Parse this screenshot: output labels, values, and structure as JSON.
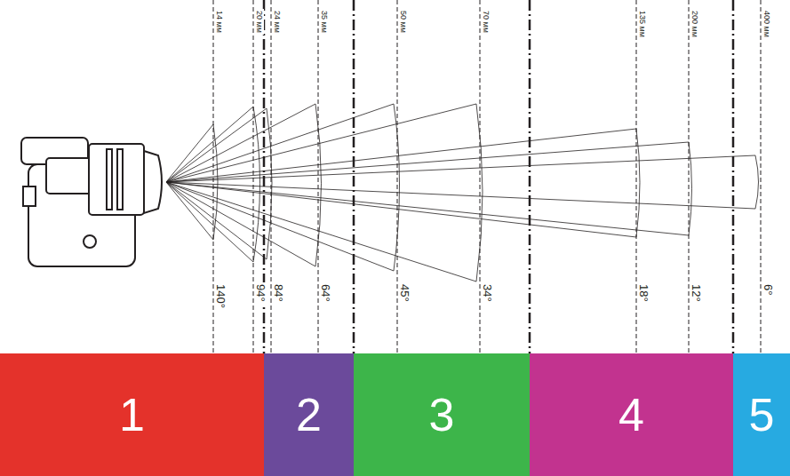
{
  "diagram": {
    "nodes": [
      {
        "text": [
          "1"
        ]
      },
      {
        "text": [
          "2"
        ]
      },
      {
        "text": [
          "3"
        ]
      },
      {
        "text": [
          "4"
        ]
      },
      {
        "text": [
          "5"
        ]
      }
    ],
    "labels": [
      "14 мм",
      "20 мм",
      "24 мм",
      "35 мм",
      "50 мм",
      "70 мм",
      "135 мм",
      "200 мм",
      "400 мм",
      "140°",
      "94°",
      "84°",
      "64°",
      "45°",
      "34°",
      "18°",
      "12°",
      "6°"
    ]
  }
}
